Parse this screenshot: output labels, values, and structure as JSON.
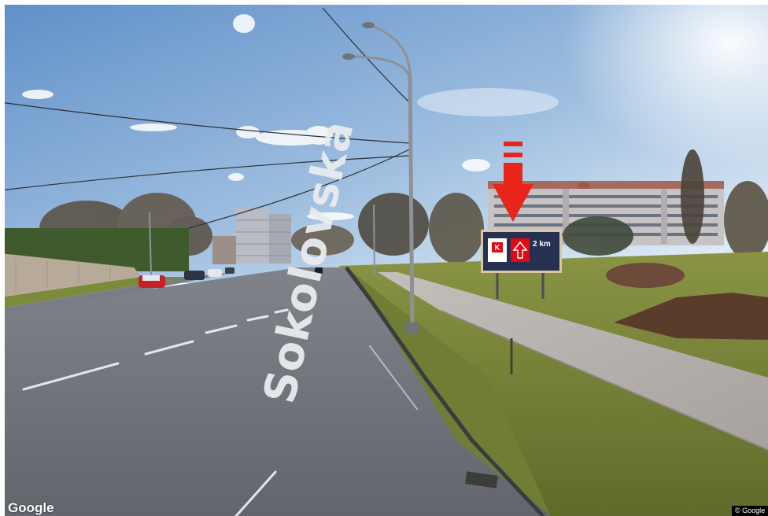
{
  "street_label": "Sokolovska",
  "watermark": "Google",
  "copyright": "© Google",
  "billboard": {
    "brand_icon": "kaufland-logo-icon",
    "distance": "2 km",
    "arrow_icon": "up-arrow-icon"
  },
  "marker": {
    "icon": "down-arrow-marker-icon",
    "color": "#e8251b"
  },
  "colors": {
    "sky": "#7fa8d6",
    "road": "#6d7177",
    "grass": "#7c8a3b",
    "sidewalk": "#b6b1ad"
  }
}
